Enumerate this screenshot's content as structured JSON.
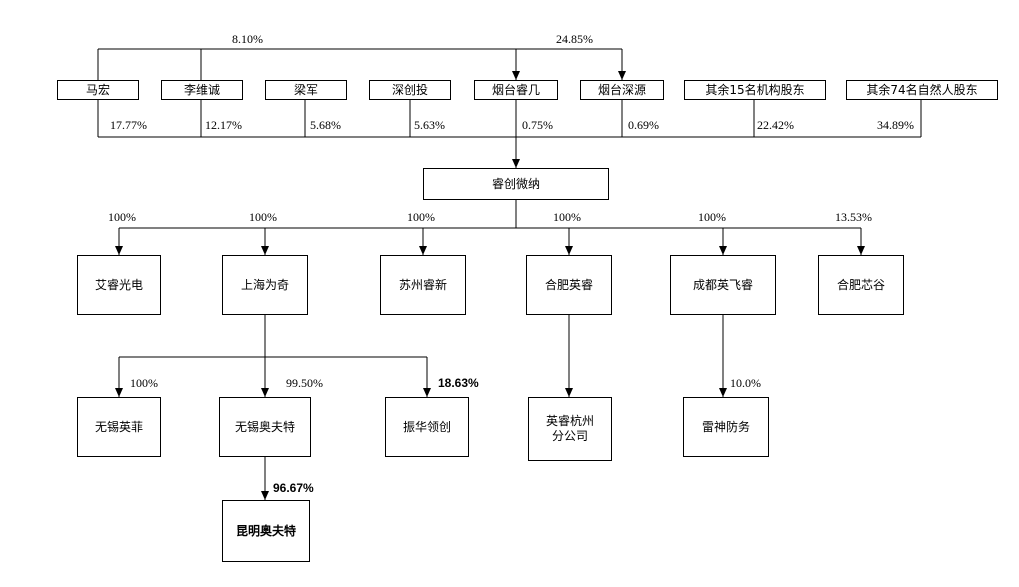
{
  "top_holders": [
    {
      "name": "马宏",
      "pct": "17.77%"
    },
    {
      "name": "李维诚",
      "pct": "12.17%"
    },
    {
      "name": "梁军",
      "pct": "5.68%"
    },
    {
      "name": "深创投",
      "pct": "5.63%"
    },
    {
      "name": "烟台睿几",
      "pct": "0.75%"
    },
    {
      "name": "烟台深源",
      "pct": "0.69%"
    },
    {
      "name": "其余15名机构股东",
      "pct": "22.42%"
    },
    {
      "name": "其余74名自然人股东",
      "pct": "34.89%"
    }
  ],
  "control_links": [
    {
      "from": "马宏",
      "to": "烟台睿几",
      "pct": "8.10%"
    },
    {
      "from": "李维诚",
      "to": "烟台深源",
      "pct": "24.85%"
    }
  ],
  "company": "睿创微纳",
  "subsidiaries": [
    {
      "name": "艾睿光电",
      "pct": "100%"
    },
    {
      "name": "上海为奇",
      "pct": "100%"
    },
    {
      "name": "苏州睿新",
      "pct": "100%"
    },
    {
      "name": "合肥英睿",
      "pct": "100%"
    },
    {
      "name": "成都英飞睿",
      "pct": "100%"
    },
    {
      "name": "合肥芯谷",
      "pct": "13.53%"
    }
  ],
  "third_level": [
    {
      "name": "无锡英菲",
      "pct": "100%",
      "parent": "上海为奇"
    },
    {
      "name": "无锡奥夫特",
      "pct": "99.50%",
      "parent": "上海为奇"
    },
    {
      "name": "振华领创",
      "pct": "18.63%",
      "parent": "上海为奇"
    },
    {
      "name": "英睿杭州\n分公司",
      "pct": "",
      "parent": "合肥英睿"
    },
    {
      "name": "雷神防务",
      "pct": "10.0%",
      "parent": "成都英飞睿"
    }
  ],
  "fourth_level": [
    {
      "name": "昆明奥夫特",
      "pct": "96.67%",
      "parent": "无锡奥夫特"
    }
  ]
}
